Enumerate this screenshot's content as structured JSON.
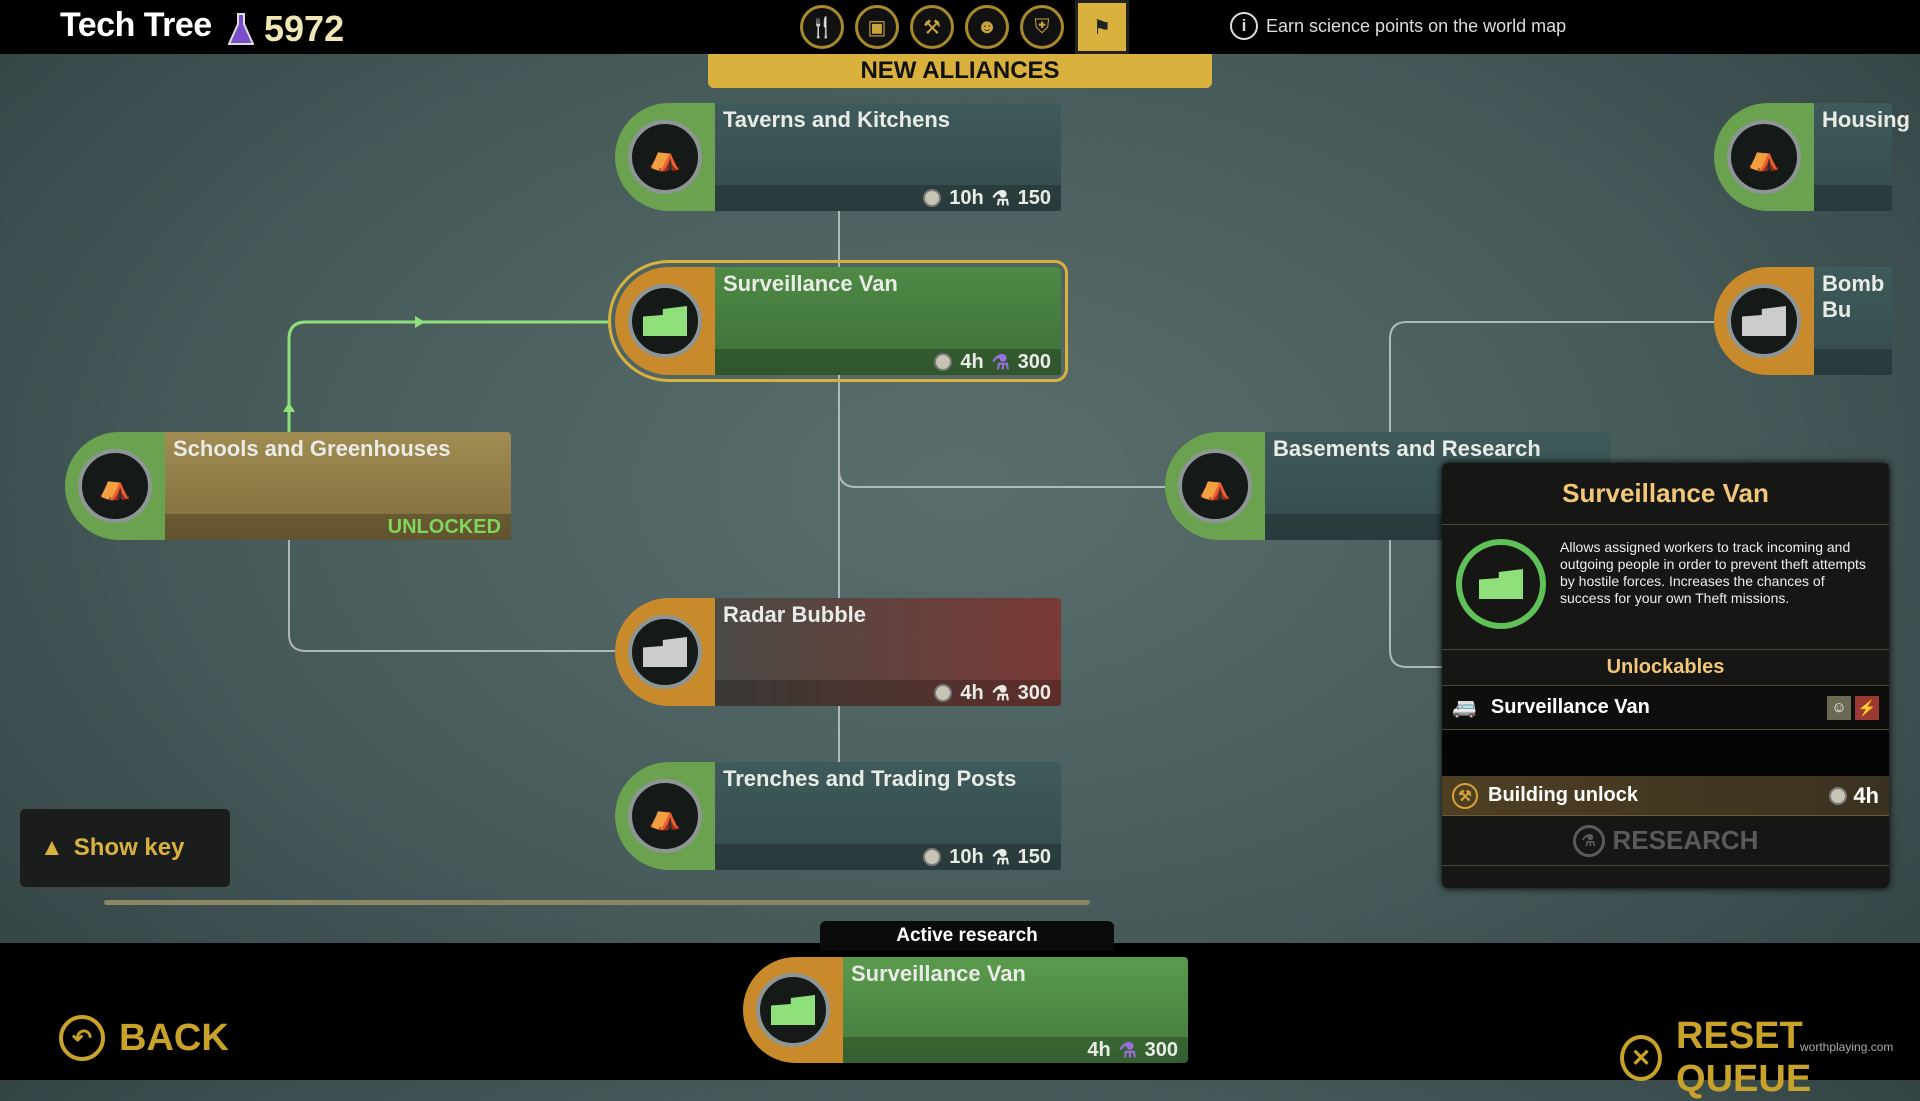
{
  "header": {
    "title": "Tech Tree",
    "science_points": "5972",
    "info_text": "Earn science points on the world map",
    "tabs": [
      {
        "icon": "food-icon"
      },
      {
        "icon": "resources-icon"
      },
      {
        "icon": "workers-icon"
      },
      {
        "icon": "people-icon"
      },
      {
        "icon": "defense-icon"
      },
      {
        "icon": "alliances-icon",
        "active": true
      }
    ]
  },
  "category_banner": "NEW ALLIANCES",
  "nodes": {
    "taverns": {
      "name": "Taverns and Kitchens",
      "time": "10h",
      "cost": "150"
    },
    "surveillance": {
      "name": "Surveillance Van",
      "time": "4h",
      "cost": "300"
    },
    "schools": {
      "name": "Schools and Greenhouses",
      "status": "UNLOCKED"
    },
    "basements": {
      "name": "Basements and Research"
    },
    "radar": {
      "name": "Radar Bubble",
      "time": "4h",
      "cost": "300"
    },
    "trenches": {
      "name": "Trenches and Trading Posts",
      "time": "10h",
      "cost": "150"
    },
    "housing": {
      "name": "Housing"
    },
    "bomb": {
      "name": "Bomb Bu"
    }
  },
  "detail_panel": {
    "title": "Surveillance Van",
    "description": "Allows assigned workers to track incoming and outgoing people in order to prevent theft attempts by hostile forces. Increases the chances of success for your own Theft missions.",
    "unlockables_heading": "Unlockables",
    "unlockable_item": "Surveillance Van",
    "building_unlock_label": "Building unlock",
    "building_unlock_time": "4h",
    "research_button": "RESEARCH"
  },
  "show_key": "Show key",
  "active_research": {
    "label": "Active research",
    "name": "Surveillance Van",
    "time": "4h",
    "cost": "300"
  },
  "footer": {
    "back": "BACK",
    "reset_queue": "RESET QUEUE",
    "watermark": "worthplaying.com"
  },
  "colors": {
    "accent": "#d8b23d",
    "unlocked": "#7fd65b",
    "selected_path": "#8fe07a"
  }
}
